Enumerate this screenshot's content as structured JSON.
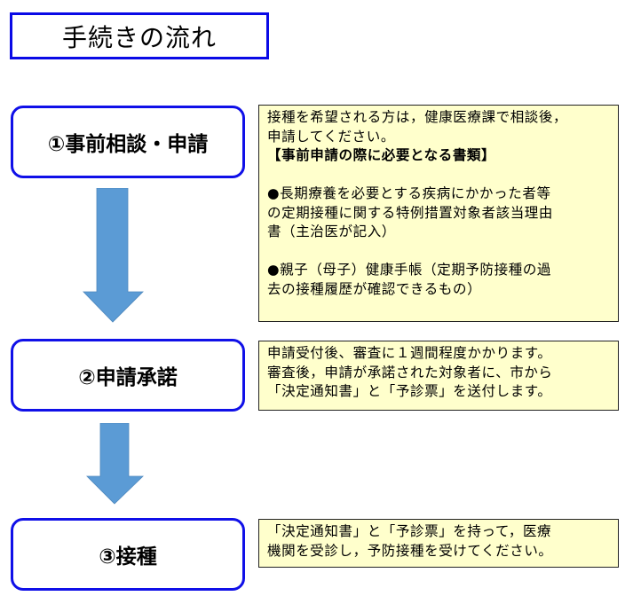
{
  "title": "手続きの流れ",
  "colors": {
    "step_border": "#1010e8",
    "title_border": "#0a0ae6",
    "arrow_fill": "#5b9bd5",
    "note_bg": "#ffffcc"
  },
  "steps": [
    {
      "label": "①事前相談・申請"
    },
    {
      "label": "②申請承諾"
    },
    {
      "label": "③接種"
    }
  ],
  "notes": {
    "step1": {
      "intro_line1": "接種を希望される方は，健康医療課で相談後，",
      "intro_line2": "申請してください。",
      "heading": "【事前申請の際に必要となる書類】",
      "item1_line1": "●長期療養を必要とする疾病にかかった者等",
      "item1_line2": "の定期接種に関する特例措置対象者該当理由",
      "item1_line3": "書（主治医が記入）",
      "item2_line1": "●親子（母子）健康手帳（定期予防接種の過",
      "item2_line2": "去の接種履歴が確認できるもの）"
    },
    "step2": {
      "line1": "申請受付後、審査に１週間程度かかります。",
      "line2": "審査後，申請が承諾された対象者に、市から",
      "line3": "「決定通知書」と「予診票」を送付します。"
    },
    "step3": {
      "line1": "「決定通知書」と「予診票」を持って，医療",
      "line2": "機関を受診し，予防接種を受けてください。"
    }
  }
}
